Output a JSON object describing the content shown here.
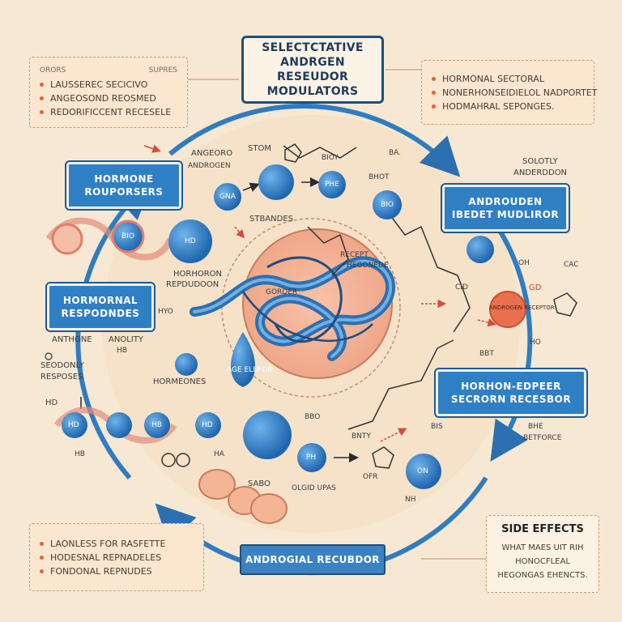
{
  "title": {
    "line1": "SELECTCTATIVE",
    "line2": "ANDRGEN RESEUDOR",
    "line3": "MODULATORS"
  },
  "note_top_left": {
    "header_left": "ORORS",
    "header_right": "SUPRES",
    "items": [
      "LAUSSEREC SECICIVO",
      "ANGEOSOND REOSMED",
      "REDORIFICCENT RECESELE"
    ]
  },
  "note_top_right": {
    "items": [
      "HORMONAL SECTORAL",
      "NONERHONSEIDIELOL NADPORTET",
      "HODMAHRAL SEPONGES."
    ]
  },
  "note_bottom_left": {
    "items": [
      "LAONLESS FOR RASFETTE",
      "HODESNAL REPNADELES",
      "FONDONAL REPNUDES"
    ]
  },
  "note_bottom_right": {
    "heading": "SIDE EFFECTS",
    "items": [
      "WHAT MAES UIT RIH",
      "HONOCFLEAL",
      "HEGONGAS EHENCTS."
    ]
  },
  "labels": {
    "hormone_responses": {
      "line1": "HORMONE",
      "line2": "ROUPORSERS"
    },
    "hormonal_responses": {
      "line1": "HORMORNAL",
      "line2": "RESPODNDES"
    },
    "androgen_modulator": {
      "line1": "ANDROUDEN",
      "line2": "IBEDET MUDLIROR"
    },
    "horhon_recesbor": {
      "line1": "HORHON-EDPEER",
      "line2": "SECRORN RECESBOR"
    },
    "banner": "ANDROGIAL RECUBDOR"
  },
  "annotations": {
    "angeoro": "ANGEORO",
    "androgen_small": "ANDROGEN",
    "stom": "STOM",
    "bioy": "BIOY",
    "ba": "BA.",
    "bhot": "BHOT",
    "solotly": "SOLOTLY",
    "anderddon": "ANDERDDON",
    "stbandes": "STBANDES",
    "horhoron": "HORHORON",
    "repdudoon": "REPDUDOON",
    "receptor_shapes": "RECEPT",
    "hegonede": "HEGONEDE",
    "gorder": "GORDER",
    "anthone": "ANTHONE",
    "anolity": "ANOLITY",
    "hb_a": "HB",
    "seodonly": "SEODONLY",
    "responses": "RESPOSES",
    "hormeones": "HORMEONES",
    "age_elefor": "AGE ELEFOR",
    "hd": "HD",
    "hb_b": "HB",
    "ha": "HA",
    "sabo": "SABO",
    "olgid": "OLGID UPAS",
    "bnty": "BNTY",
    "ofr": "OFR",
    "bis": "BIS",
    "bhe": "BHE",
    "betforce": "BETFORCE",
    "cid": "CID",
    "androgen_receptor": "ANDROGEN RECEPTOR",
    "gd": "GD",
    "oh": "OH",
    "cac": "CAC",
    "ho": "HO",
    "hyo": "HYO",
    "bbo": "BBO",
    "bbt": "BBT",
    "nh": "NH"
  },
  "node_labels": [
    "GNA",
    "PHE",
    "HD",
    "BIO",
    "BIO",
    "HD",
    "HD",
    "HB",
    "PH",
    "ON"
  ]
}
